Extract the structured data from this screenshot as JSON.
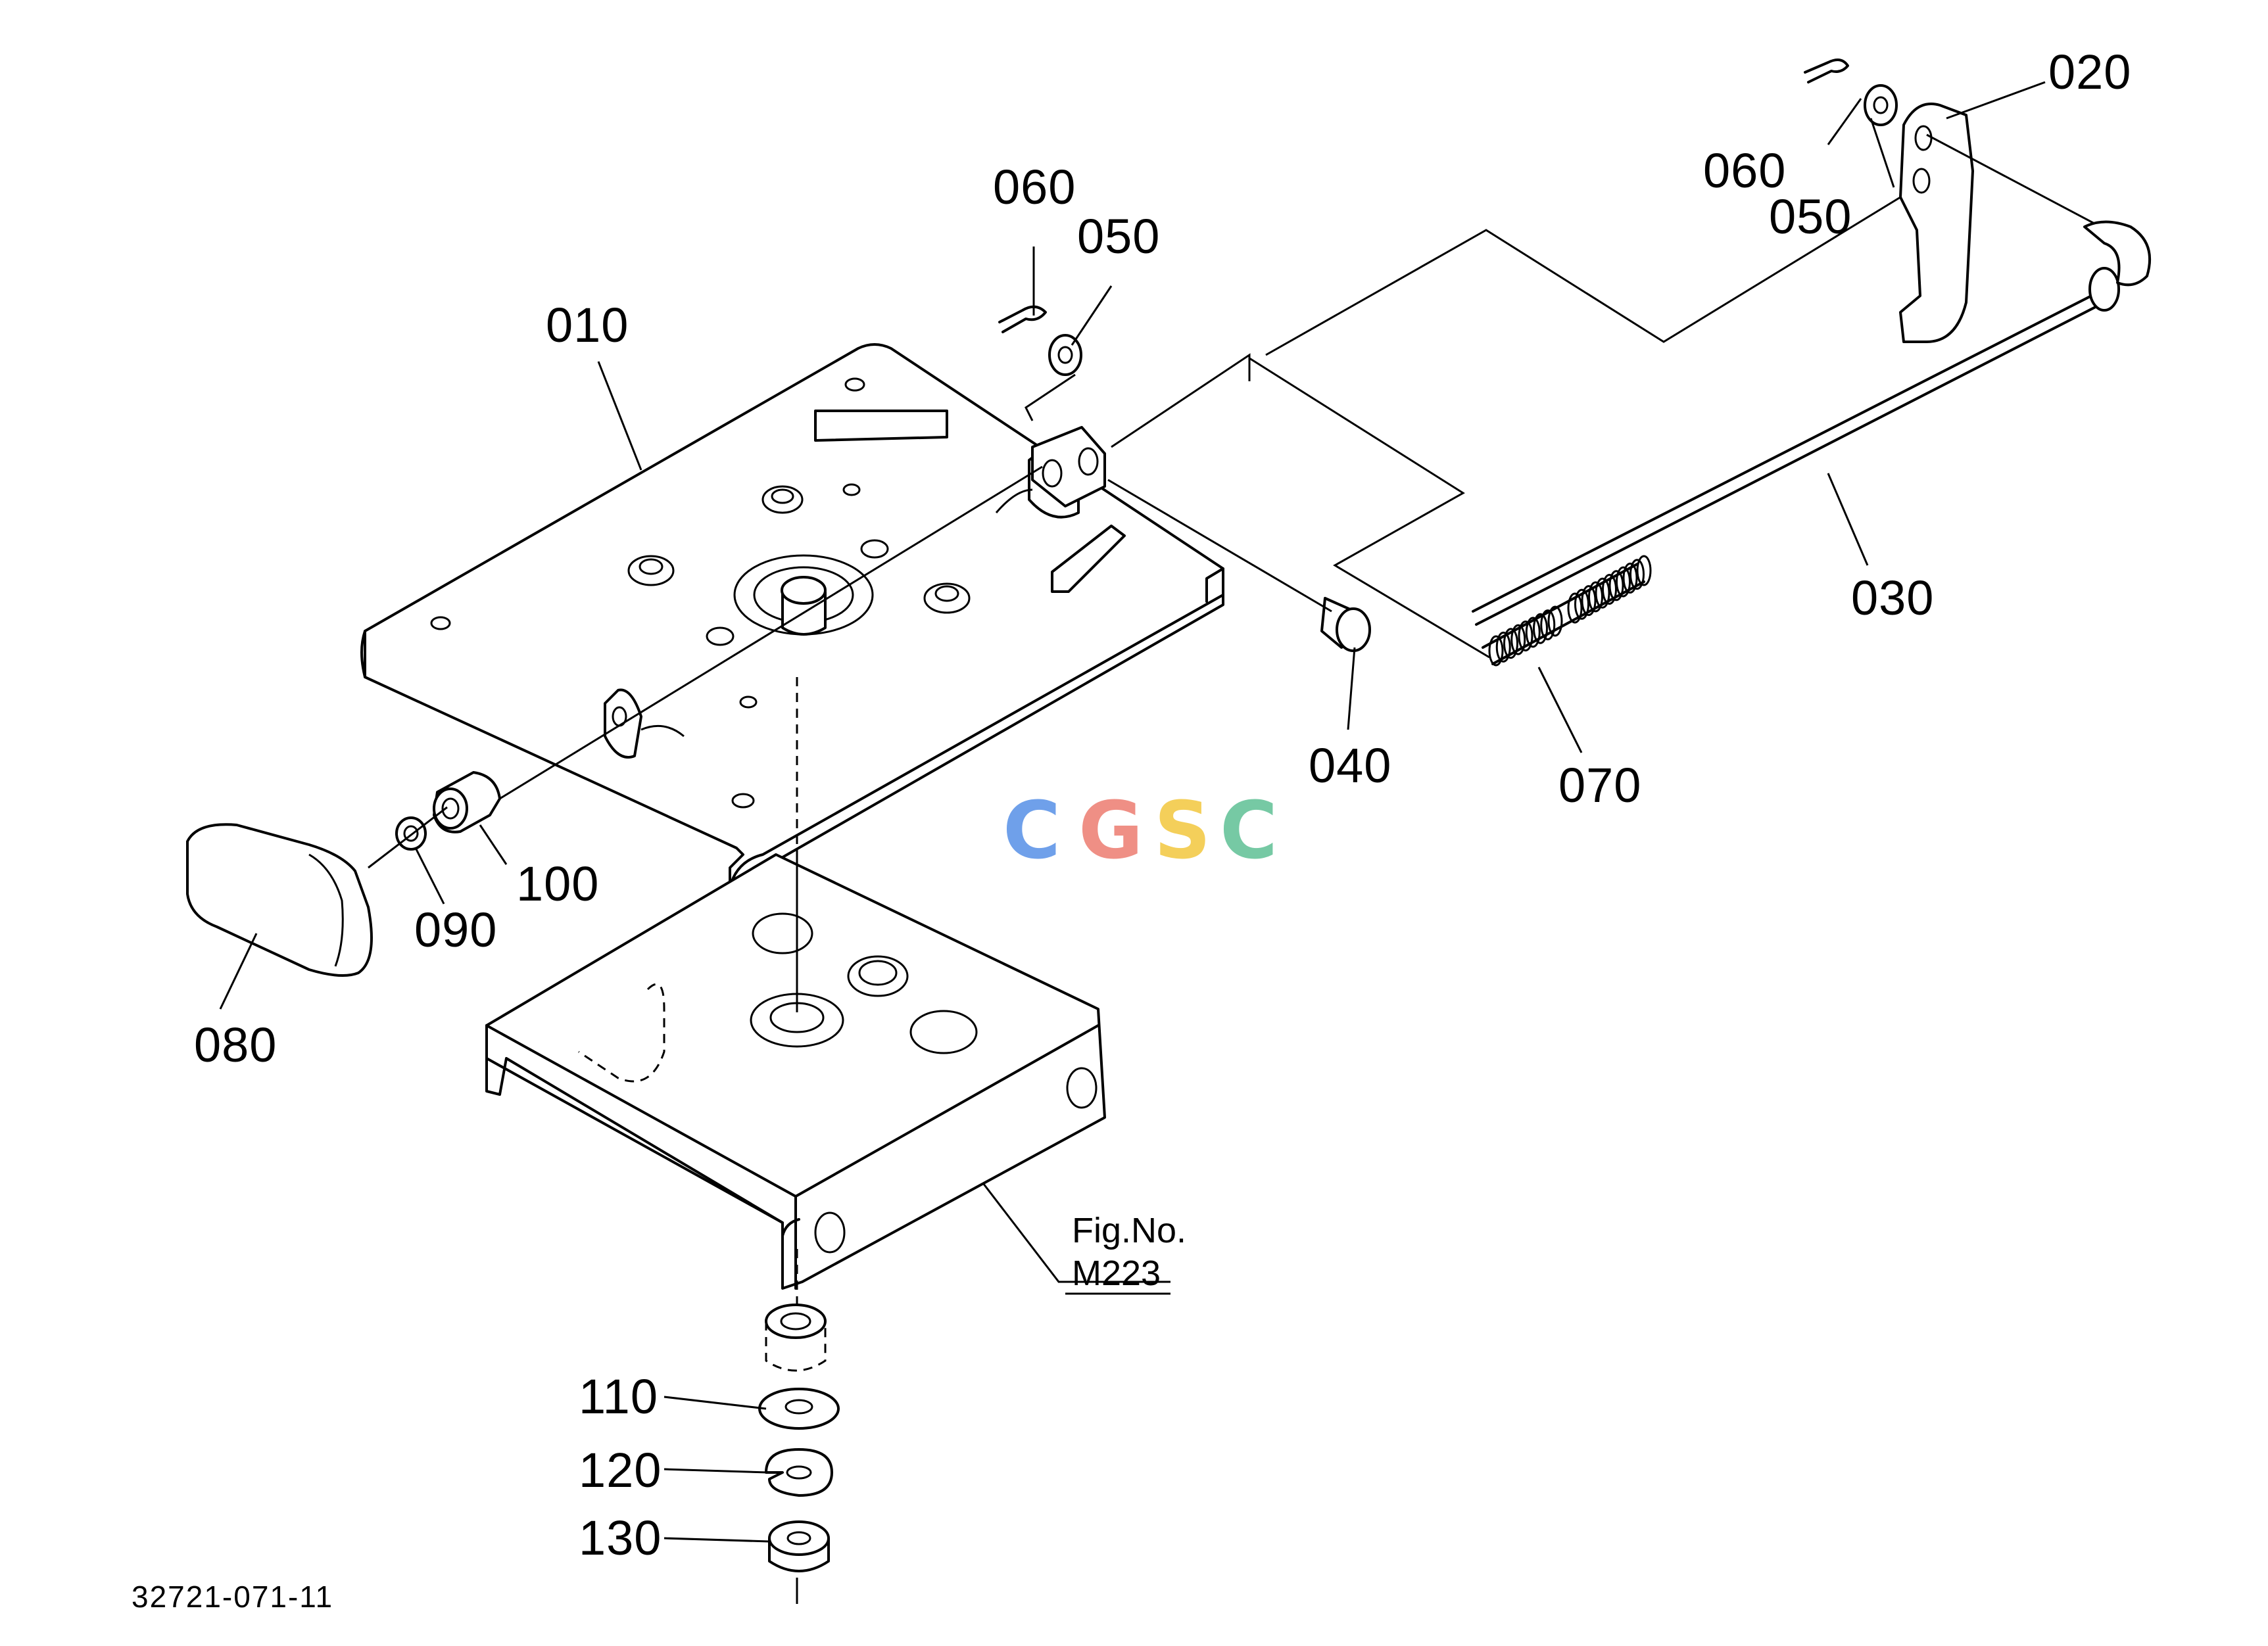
{
  "diagram": {
    "part_labels": {
      "p010": "010",
      "p020": "020",
      "p030": "030",
      "p040": "040",
      "p050_left": "050",
      "p050_right": "050",
      "p060_left": "060",
      "p060_right": "060",
      "p070": "070",
      "p080": "080",
      "p090": "090",
      "p100": "100",
      "p110": "110",
      "p120": "120",
      "p130": "130"
    },
    "figure_reference": {
      "line1": "Fig.No.",
      "line2": "M223"
    },
    "catalog_number": "32721-071-11",
    "watermark": {
      "letters": [
        "C",
        "G",
        "S",
        "C"
      ],
      "colors": [
        "#6fa0ea",
        "#ef8f85",
        "#f4cf5a",
        "#76c9a4"
      ]
    }
  }
}
